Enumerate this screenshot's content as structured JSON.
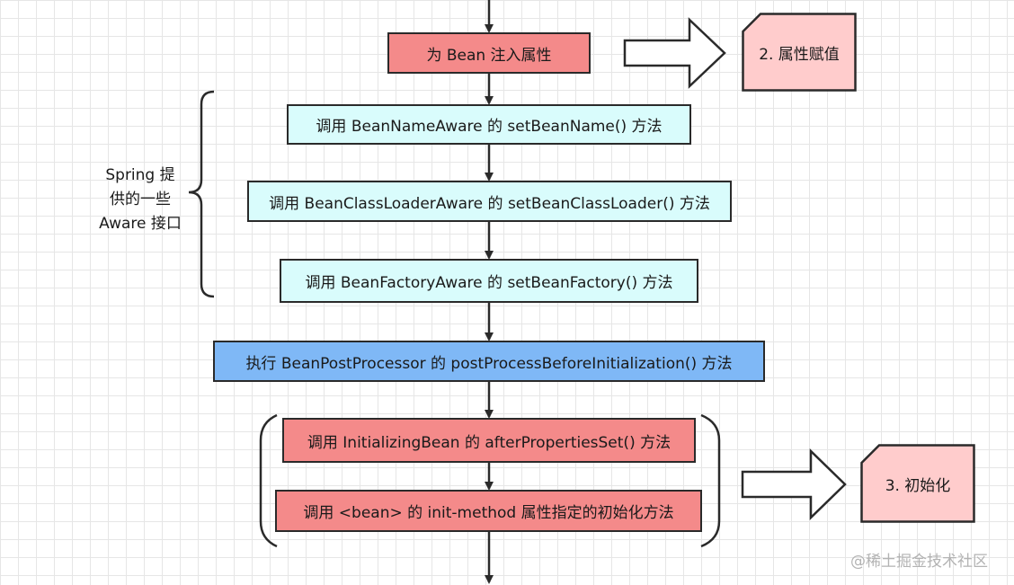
{
  "boxes": {
    "inject": "为 Bean 注入属性",
    "name_aware": "调用 BeanNameAware 的 setBeanName() 方法",
    "classloader_aware": "调用 BeanClassLoaderAware 的 setBeanClassLoader() 方法",
    "factory_aware": "调用 BeanFactoryAware 的 setBeanFactory() 方法",
    "post_before": "执行 BeanPostProcessor 的 postProcessBeforeInitialization() 方法",
    "initializing_bean": "调用 InitializingBean 的 afterPropertiesSet() 方法",
    "init_method": "调用 <bean> 的 init-method 属性指定的初始化方法"
  },
  "notes": {
    "assign": "2. 属性赋值",
    "init": "3. 初始化"
  },
  "aware_label": [
    "Spring 提",
    "供的一些",
    "Aware 接口"
  ],
  "watermark": "@稀土掘金技术社区",
  "colors": {
    "red_box": "#f48a8a",
    "cyan_box": "#d9fcfc",
    "blue_box": "#7fb8f6",
    "note_fill": "#ffcccc",
    "stroke": "#2a2a2a"
  }
}
